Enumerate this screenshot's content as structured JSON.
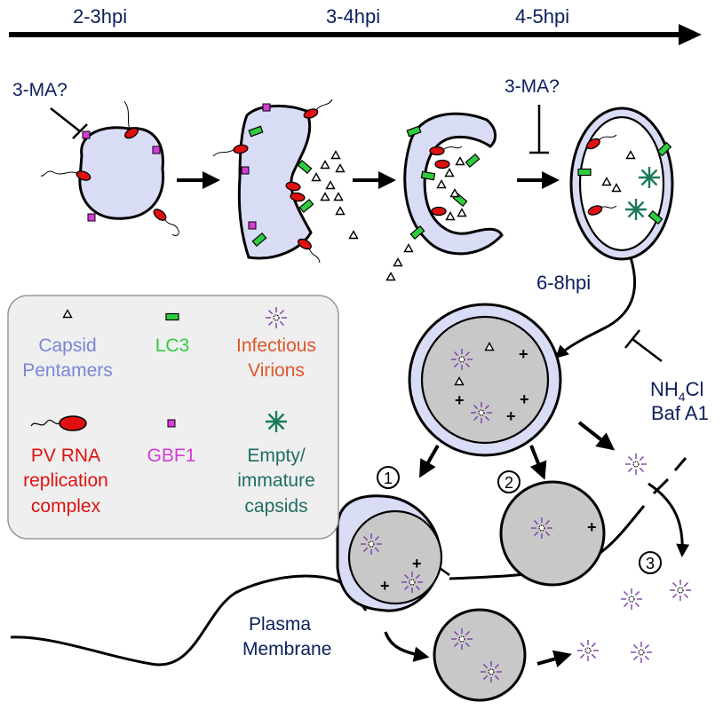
{
  "timeline": {
    "t1": "2-3hpi",
    "t2": "3-4hpi",
    "t3": "4-5hpi",
    "t4": "6-8hpi"
  },
  "inhibitors": {
    "ma_1": "3-MA?",
    "ma_2": "3-MA?",
    "nh4cl": "NH",
    "nh4cl_sub": "4",
    "nh4cl_end": "Cl",
    "baf": "Baf A1"
  },
  "legend": {
    "capsid_line1": "Capsid",
    "capsid_line2": "Pentamers",
    "lc3": "LC3",
    "virion_line1": "Infectious",
    "virion_line2": "Virions",
    "pv_line1": "PV RNA",
    "pv_line2": "replication",
    "pv_line3": "complex",
    "gbf1": "GBF1",
    "empty_line1": "Empty/",
    "empty_line2": "immature",
    "empty_line3": "capsids"
  },
  "pathways": {
    "p1": "1",
    "p2": "2",
    "p3": "3"
  },
  "membrane": {
    "line1": "Plasma",
    "line2": "Membrane"
  },
  "colors": {
    "navy": "#0b1f5c",
    "lavender": "#d9dcf5",
    "gray": "#c8c8c8",
    "lc3": "#2ecc40",
    "gbf1": "#d63cd6",
    "rna": "#e01010",
    "virion": "#7a3ea8",
    "empty": "#1a7a5a",
    "capsid_text": "#7b86d6",
    "virion_text": "#e0552a",
    "empty_text": "#1f6e63"
  }
}
